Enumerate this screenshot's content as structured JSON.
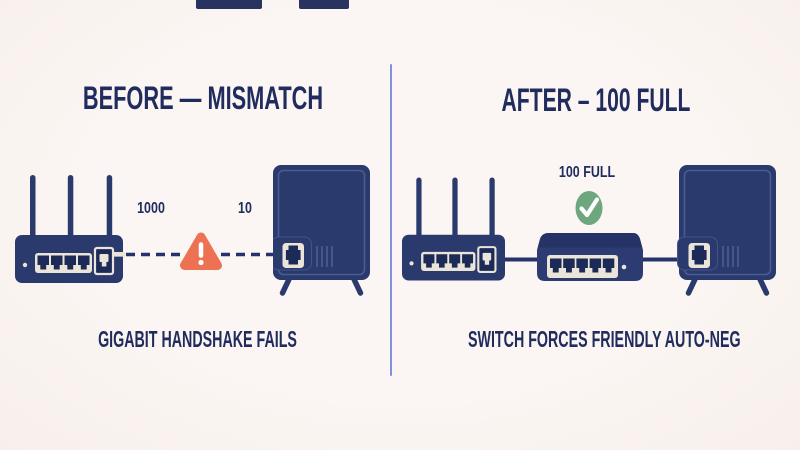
{
  "left_panel": {
    "title": "BEFORE — MISMATCH",
    "caption": "GIGABIT HANDSHAKE FAILS",
    "router_speed_label": "1000",
    "device_speed_label": "10"
  },
  "right_panel": {
    "title": "AFTER – 100 FULL",
    "caption": "SWITCH FORCES FRIENDLY AUTO-NEG",
    "negotiated_speed_label": "100 FULL"
  },
  "icons": {
    "warning": "rounded-triangle-exclamation",
    "check": "green-circle-checkmark"
  },
  "colors": {
    "background": "#faf5f1",
    "device_navy": "#2b3a6d",
    "port_navy": "#1c2a58",
    "text_navy": "#212c5e",
    "panel_cream": "#eae4d9",
    "divider_periwinkle": "#8290e0",
    "warning_coral": "#ed7254",
    "check_green": "#6ea77e",
    "glyph_white": "#ffffff"
  }
}
